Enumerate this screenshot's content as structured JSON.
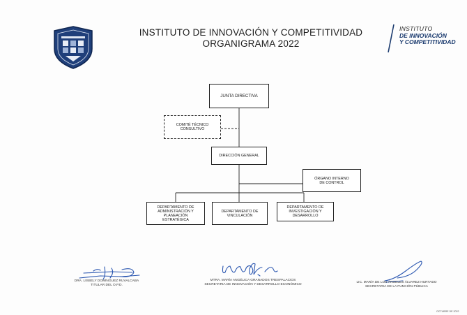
{
  "header": {
    "title_line1": "INSTITUTO DE INNOVACIÓN Y COMPETITIVIDAD",
    "title_line2": "ORGANIGRAMA 2022",
    "brand_line1": "INSTITUTO",
    "brand_line2": "DE INNOVACIÓN",
    "brand_line3": "Y COMPETITIVIDAD"
  },
  "org": {
    "junta": "JUNTA DIRECTIVA",
    "comite": "COMITÉ TÉCNICO CONSULTIVO",
    "direccion": "DIRECCIÓN GENERAL",
    "organo": "ÓRGANO INTERNO DE CONTROL",
    "depto_admin": "DEPARTAMENTO DE ADMINISTRACIÓN Y PLANEACIÓN ESTRATÉGICA",
    "depto_vinc": "DEPARTAMENTO DE VINCULACIÓN",
    "depto_inv": "DEPARTAMENTO DE INVESTIGACIÓN Y DESARROLLO"
  },
  "signatures": {
    "sig1_name": "DRA. LISBELY DOMÍNGUEZ RUVALCABA",
    "sig1_role": "TITULAR DEL O.P.D.",
    "sig2_name": "MTRA. MARÍA ANGÉLICA GRANADOS TRESPALACIOS",
    "sig2_role": "SECRETARIA DE INNOVACIÓN Y DESARROLLO ECONÓMICO",
    "sig3_name": "LIC. MARÍA DE LOS ÁNGELES ÁLVAREZ HURTADO",
    "sig3_role": "SECRETARIA DE LA FUNCIÓN PÚBLICA"
  },
  "footer": {
    "date": "OCTUBRE DE 2022"
  },
  "colors": {
    "brand_blue": "#1a3a6e",
    "ink_blue": "#2a56b0",
    "line": "#222222"
  }
}
